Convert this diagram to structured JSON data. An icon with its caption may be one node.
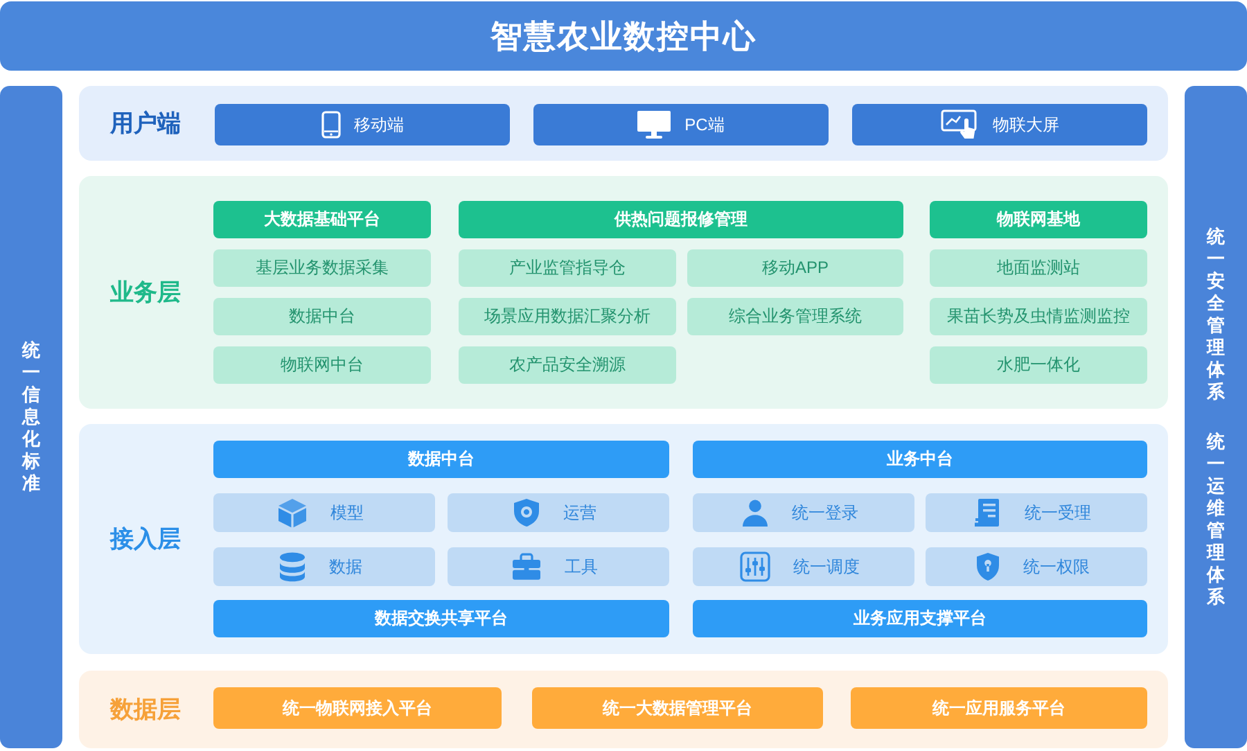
{
  "diagram": {
    "title": "智慧农业数控中心",
    "nodes": [
      {
        "text": [
          "统一信息化标准"
        ]
      },
      {
        "text": [
          "用户端"
        ]
      },
      {
        "text": [
          "移动端"
        ],
        "in": 1
      },
      {
        "text": [
          "PC端"
        ],
        "in": 1
      },
      {
        "text": [
          "物联大屏"
        ],
        "in": 1
      },
      {
        "text": [
          "业务层"
        ]
      },
      {
        "text": [
          "大数据基础平台"
        ],
        "in": 5
      },
      {
        "text": [
          "供热问题报修管理"
        ],
        "in": 5
      },
      {
        "text": [
          "物联网基地"
        ],
        "in": 5
      },
      {
        "text": [
          "基层业务数据采集"
        ],
        "in": 5
      },
      {
        "text": [
          "产业监管指导仓"
        ],
        "in": 5
      },
      {
        "text": [
          "移动APP"
        ],
        "in": 5
      },
      {
        "text": [
          "地面监测站"
        ],
        "in": 5
      },
      {
        "text": [
          "数据中台"
        ],
        "in": 5
      },
      {
        "text": [
          "场景应用数据汇聚分析"
        ],
        "in": 5
      },
      {
        "text": [
          "综合业务管理系统"
        ],
        "in": 5
      },
      {
        "text": [
          "果苗长势及虫情监测监控"
        ],
        "in": 5
      },
      {
        "text": [
          "物联网中台"
        ],
        "in": 5
      },
      {
        "text": [
          "农产品安全溯源"
        ],
        "in": 5
      },
      {
        "text": [
          "水肥一体化"
        ],
        "in": 5
      },
      {
        "text": [
          "接入层"
        ]
      },
      {
        "text": [
          "数据中台"
        ],
        "in": 20
      },
      {
        "text": [
          "业务中台"
        ],
        "in": 20
      },
      {
        "text": [
          "模型"
        ],
        "in": 20
      },
      {
        "text": [
          "运营"
        ],
        "in": 20
      },
      {
        "text": [
          "统一登录"
        ],
        "in": 20
      },
      {
        "text": [
          "统一受理"
        ],
        "in": 20
      },
      {
        "text": [
          "数据"
        ],
        "in": 20
      },
      {
        "text": [
          "工具"
        ],
        "in": 20
      },
      {
        "text": [
          "统一调度"
        ],
        "in": 20
      },
      {
        "text": [
          "统一权限"
        ],
        "in": 20
      },
      {
        "text": [
          "数据交换共享平台"
        ],
        "in": 20
      },
      {
        "text": [
          "业务应用支撑平台"
        ],
        "in": 20
      },
      {
        "text": [
          "数据层"
        ]
      },
      {
        "text": [
          "统一物联网接入平台"
        ],
        "in": 33
      },
      {
        "text": [
          "统一大数据管理平台"
        ],
        "in": 33
      },
      {
        "text": [
          "统一应用服务平台"
        ],
        "in": 33
      },
      {
        "text": [
          "统一安全管理体系",
          "统一运维管理体系"
        ]
      }
    ]
  }
}
